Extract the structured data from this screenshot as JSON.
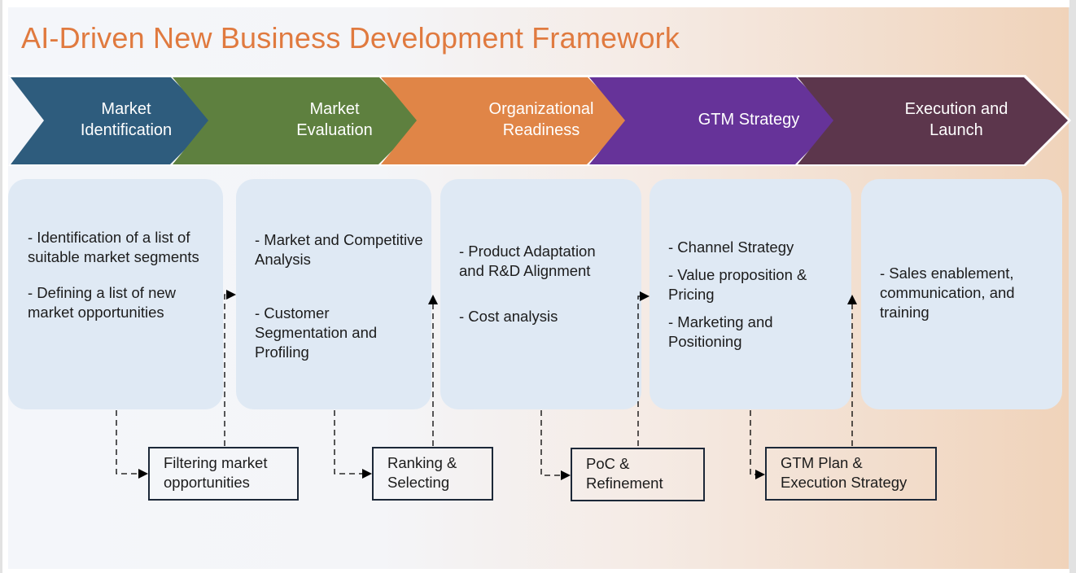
{
  "title": "AI-Driven New Business Development Framework",
  "colors": {
    "title": "#e07a3f",
    "card_bg": "#dfe9f4",
    "box_border": "#1c2838"
  },
  "stages": [
    {
      "label": "Market Identification",
      "line1": "Market",
      "line2": "Identification",
      "color": "#2e5c7d"
    },
    {
      "label": "Market Evaluation",
      "line1": "Market",
      "line2": "Evaluation",
      "color": "#5e803f"
    },
    {
      "label": "Organizational Readiness",
      "line1": "Organizational",
      "line2": "Readiness",
      "color": "#e08547"
    },
    {
      "label": "GTM Strategy",
      "line1": "GTM Strategy",
      "line2": "",
      "color": "#663399"
    },
    {
      "label": "Execution and Launch",
      "line1": "Execution and",
      "line2": "Launch",
      "color": "#5c364c"
    }
  ],
  "cards": [
    {
      "items": [
        "- Identification of a list of suitable market segments",
        "- Defining a list of new market opportunities"
      ]
    },
    {
      "items": [
        "- Market and Competitive Analysis",
        "- Customer Segmentation and Profiling"
      ]
    },
    {
      "items": [
        "- Product Adaptation and R&D Alignment",
        "- Cost analysis"
      ]
    },
    {
      "items": [
        "- Channel Strategy",
        "- Value proposition & Pricing",
        "- Marketing and Positioning"
      ]
    },
    {
      "items": [
        "- Sales enablement, communication, and training"
      ]
    }
  ],
  "gates": [
    {
      "line1": "Filtering market",
      "line2": "opportunities"
    },
    {
      "line1": "Ranking &",
      "line2": "Selecting"
    },
    {
      "line1": "PoC &",
      "line2": "Refinement"
    },
    {
      "line1": "GTM Plan &",
      "line2": "Execution Strategy"
    }
  ]
}
